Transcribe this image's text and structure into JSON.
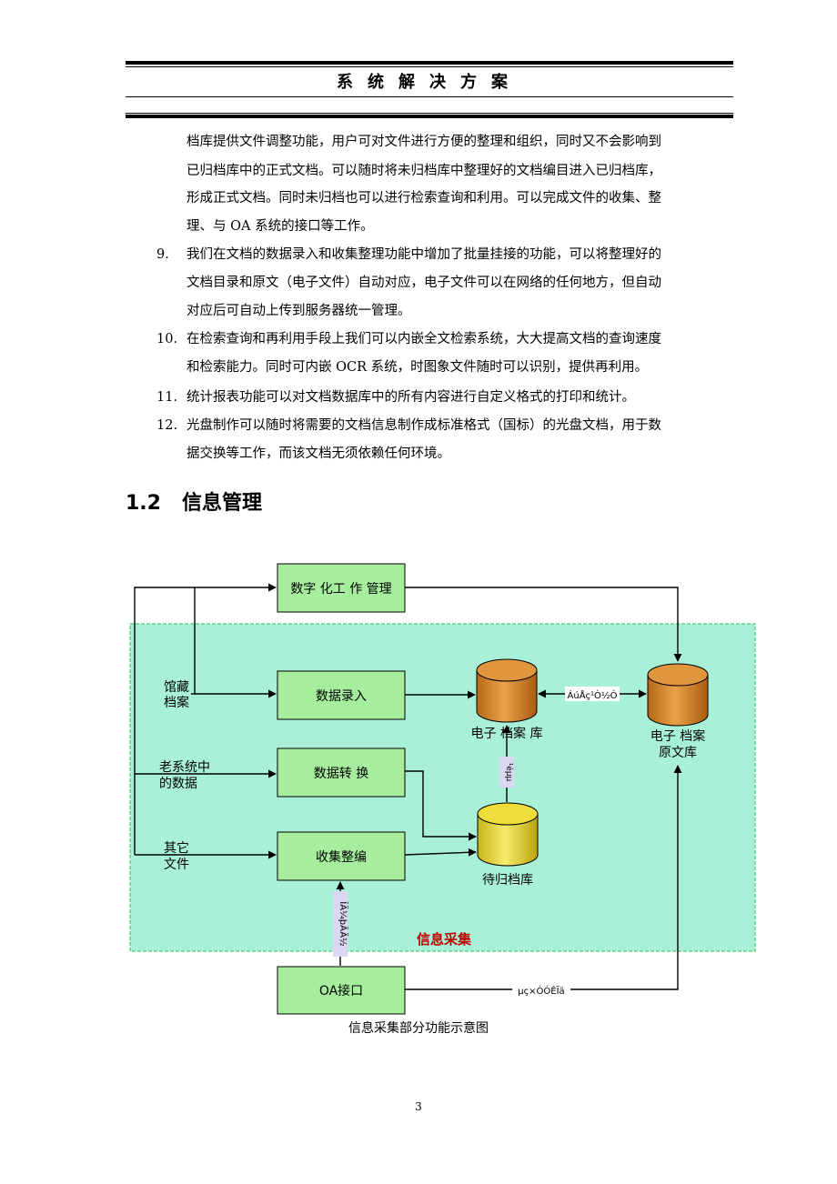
{
  "header": {
    "title": "系统解决方案"
  },
  "body": {
    "continuation_lines": [
      "档库提供文件调整功能，用户可对文件进行方便的整理和组织，同时又不会影响到",
      "已归档库中的正式文档。可以随时将未归档库中整理好的文档编目进入已归档库，",
      "形成正式文档。同时未归档也可以进行检索查询和利用。可以完成文件的收集、整",
      "理、与 OA 系统的接口等工作。"
    ],
    "items": [
      {
        "num": "9.",
        "lines": [
          "我们在文档的数据录入和收集整理功能中增加了批量挂接的功能，可以将整理好的",
          "文档目录和原文（电子文件）自动对应，电子文件可以在网络的任何地方，但自动",
          "对应后可自动上传到服务器统一管理。"
        ]
      },
      {
        "num": "10.",
        "lines": [
          "在检索查询和再利用手段上我们可以内嵌全文检索系统，大大提高文档的查询速度",
          "和检索能力。同时可内嵌 OCR 系统，时图象文件随时可以识别，提供再利用。"
        ]
      },
      {
        "num": "11.",
        "lines": [
          "统计报表功能可以对文档数据库中的所有内容进行自定义格式的打印和统计。"
        ]
      },
      {
        "num": "12.",
        "lines": [
          "光盘制作可以随时将需要的文档信息制作成标准格式（国标）的光盘文档，用于数",
          "据交换等工作，而该文档无须依赖任何环境。"
        ]
      }
    ]
  },
  "section": {
    "number": "1.2",
    "title": "信息管理"
  },
  "diagram": {
    "boxes": {
      "digitize": "数字 化工 作  管理",
      "entry": "数据录入",
      "convert": "数据转 换",
      "collect": "收集整编",
      "oa": "OA接口"
    },
    "inputs": {
      "archive_l1": "馆藏",
      "archive_l2": "档案",
      "legacy_l1": "老系统中",
      "legacy_l2": "的数据",
      "other_l1": "其它",
      "other_l2": "文件"
    },
    "databases": {
      "electronic": "电子 档案 库",
      "original_l1": "电子 档案",
      "original_l2": "原文库",
      "pending": "待归档库"
    },
    "edge_labels": {
      "link": "ÁúÅç¹Ò½Ó",
      "archive": "¹éµµ",
      "auto": "ÎÄ¼þÂÃ½",
      "email": "µç×ÓÓÊÏä"
    },
    "region_label": "信息采集",
    "colors": {
      "region_fill": "#a9f0d8",
      "region_border": "#62d382",
      "box_fill": "#a6ee9d",
      "db_orange": "#d98a2e",
      "db_yellow": "#eedd3a",
      "region_label_color": "#c00000"
    }
  },
  "caption": "信息采集部分功能示意图",
  "page_number": "3"
}
